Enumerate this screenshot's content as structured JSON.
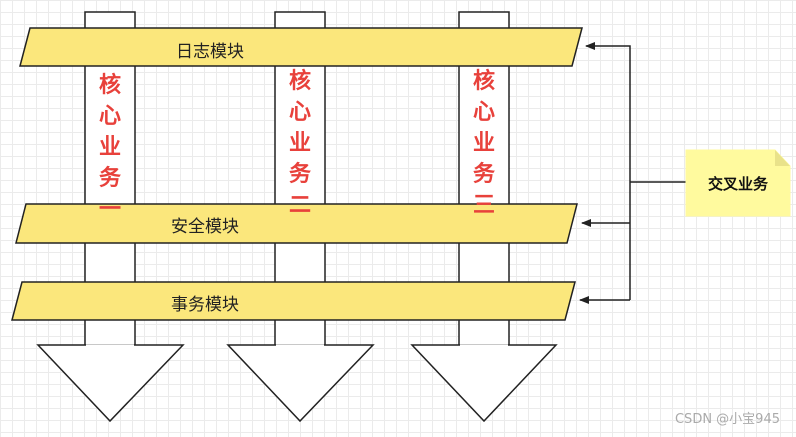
{
  "modules": {
    "log": "日志模块",
    "security": "安全模块",
    "transaction": "事务模块"
  },
  "core_business": [
    {
      "label": "核心业务一",
      "chars": [
        "核",
        "心",
        "业",
        "务",
        "一"
      ]
    },
    {
      "label": "核心业务二",
      "chars": [
        "核",
        "心",
        "业",
        "务",
        "二"
      ]
    },
    {
      "label": "核心业务三",
      "chars": [
        "核",
        "心",
        "业",
        "务",
        "三"
      ]
    }
  ],
  "note": {
    "label": "交叉业务"
  },
  "watermark": "CSDN @小宝945",
  "colors": {
    "module_fill": "#fbe77c",
    "note_fill": "#fffa9e",
    "core_text": "#e8413b",
    "stroke": "#222222"
  }
}
